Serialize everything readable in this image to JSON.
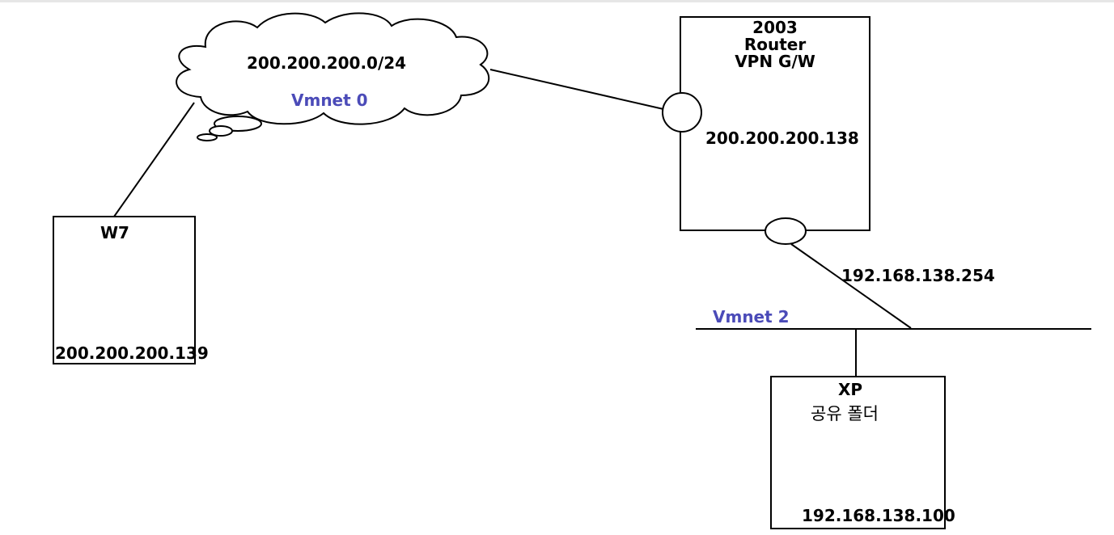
{
  "cloud": {
    "network": "200.200.200.0/24",
    "vmnet": "Vmnet 0"
  },
  "w7": {
    "name": "W7",
    "ip": "200.200.200.139"
  },
  "router": {
    "line1": "2003",
    "line2": "Router",
    "line3": "VPN G/W",
    "ip_external": "200.200.200.138",
    "ip_internal": "192.168.138.254"
  },
  "lan": {
    "vmnet": "Vmnet 2"
  },
  "xp": {
    "name": "XP",
    "share": "공유 폴더",
    "ip": "192.168.138.100"
  },
  "colors": {
    "stroke": "#000000",
    "vmnet_label": "#4b4bb8",
    "background": "#ffffff"
  }
}
